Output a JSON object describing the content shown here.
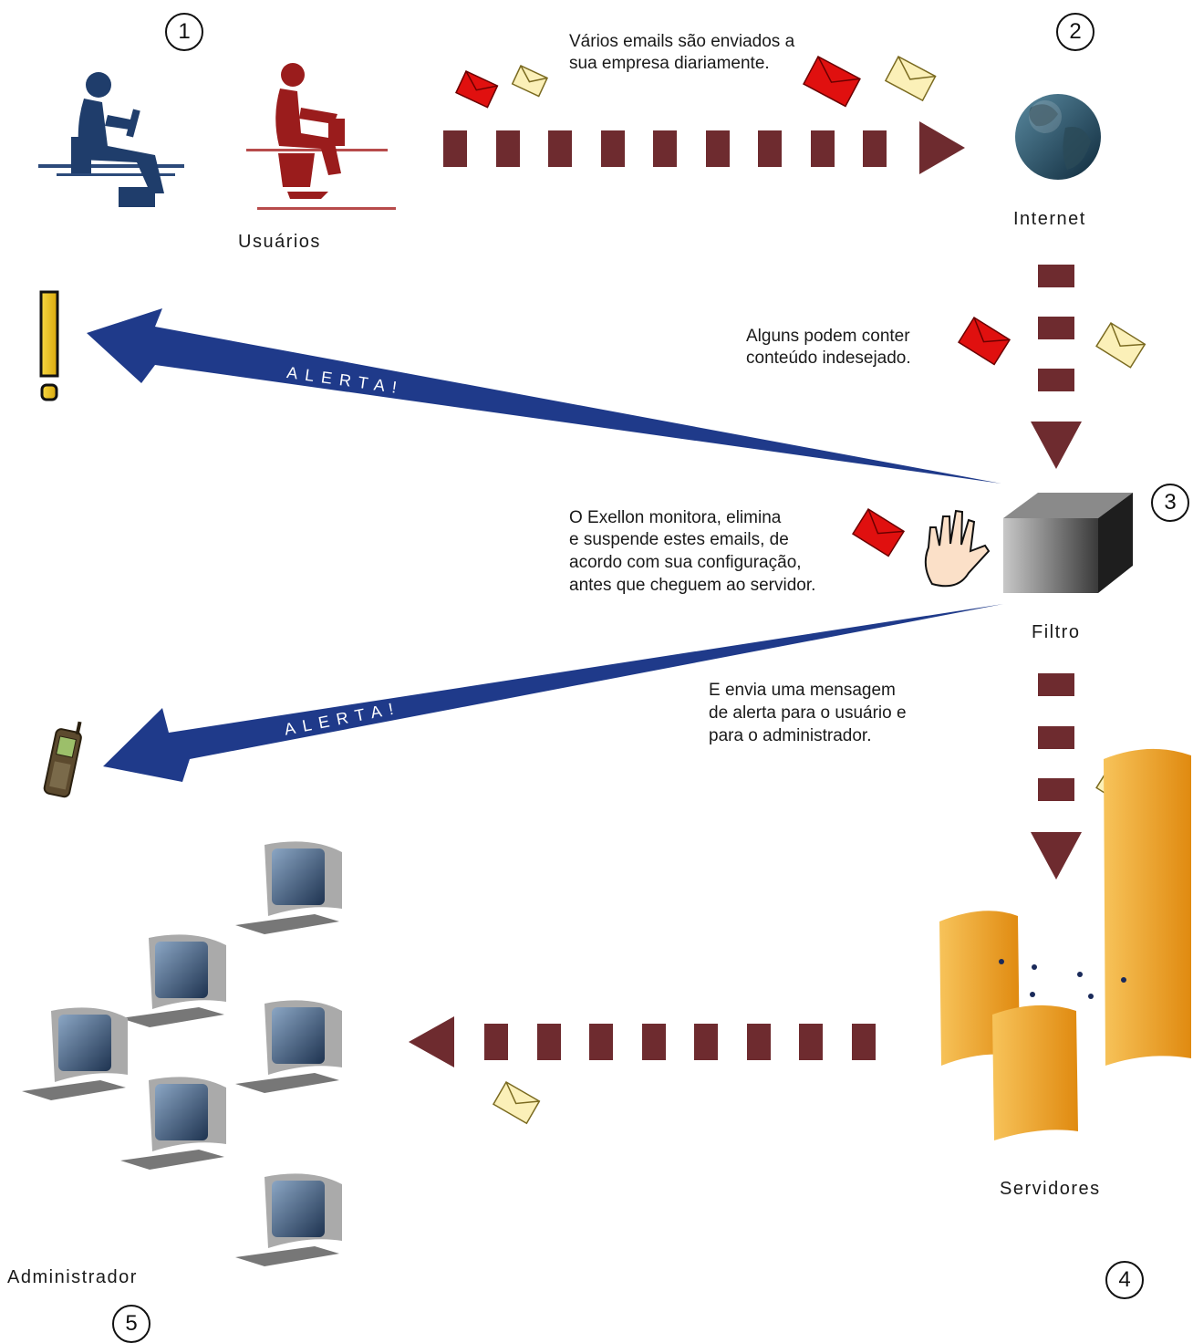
{
  "steps": {
    "s1": "1",
    "s2": "2",
    "s3": "3",
    "s4": "4",
    "s5": "5"
  },
  "labels": {
    "users": "Usuários",
    "internet": "Internet",
    "filter": "Filtro",
    "servers": "Servidores",
    "admin": "Administrador"
  },
  "notes": {
    "emails_line1": "Vários emails são enviados a",
    "emails_line2": "sua empresa diariamente.",
    "unwanted_line1": "Alguns podem conter",
    "unwanted_line2": "conteúdo indesejado.",
    "monitor_line1": "O Exellon monitora, elimina",
    "monitor_line2": "e suspende estes emails, de",
    "monitor_line3": "acordo com sua configuração,",
    "monitor_line4": "antes que cheguem ao servidor.",
    "alert_line1": "E envia uma mensagem",
    "alert_line2": "de alerta para o usuário e",
    "alert_line3": "para o administrador."
  },
  "alerts": {
    "upper": "ALERTA!",
    "lower": "ALERTA!"
  },
  "icons": [
    "person-laptop-icon",
    "person-desk-icon",
    "globe-icon",
    "warning-icon",
    "envelope-red-icon",
    "envelope-cream-icon",
    "filter-box-icon",
    "hand-stop-icon",
    "mobile-phone-icon",
    "computer-icon",
    "server-icon"
  ],
  "colors": {
    "flow": "#6e2b2f",
    "alert_arrow": "#1f3a8a",
    "user_blue": "#1f3d6b",
    "user_red": "#9a1c1c",
    "mail_red": "#e0100f",
    "mail_cream": "#fbf0b8",
    "warning": "#f2c417",
    "server": "#f0a020"
  }
}
